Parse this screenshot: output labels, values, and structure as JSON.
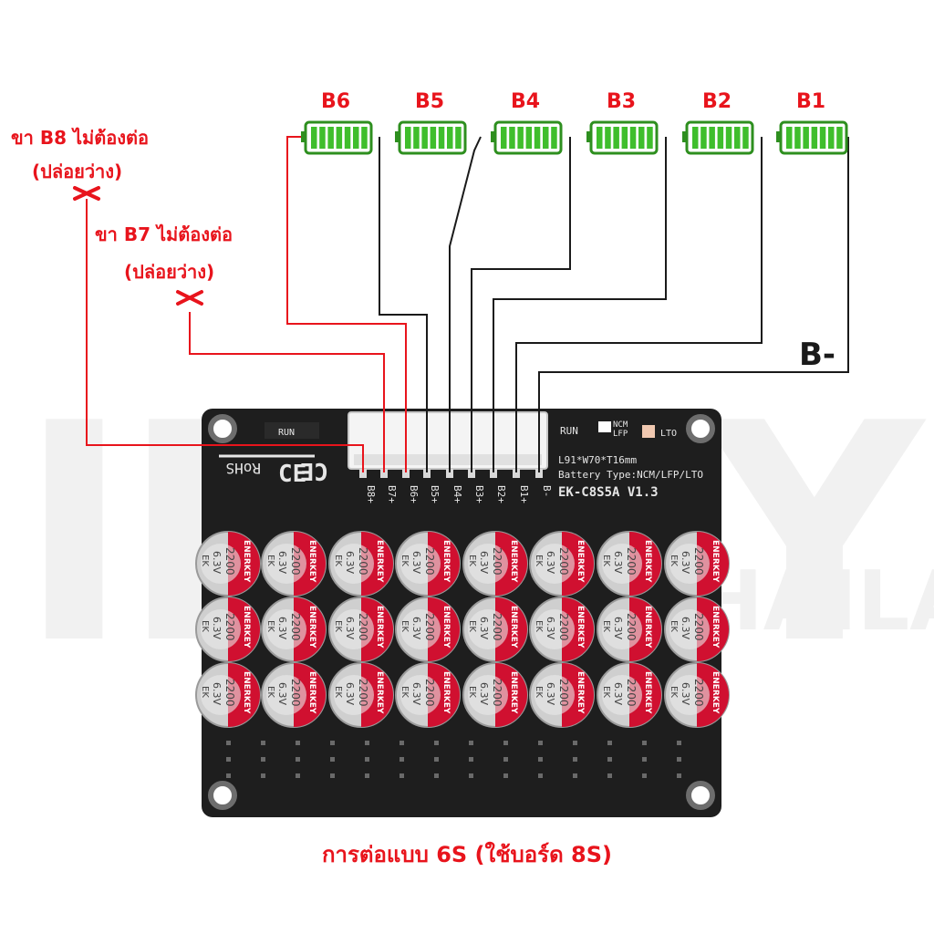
{
  "diagram": {
    "batteries": [
      {
        "label": "B6"
      },
      {
        "label": "B5"
      },
      {
        "label": "B4"
      },
      {
        "label": "B3"
      },
      {
        "label": "B2"
      },
      {
        "label": "B1"
      }
    ],
    "b_minus_label": "B-",
    "note_b8": {
      "line1": "ขา B8 ไม่ต้องต่อ",
      "line2": "(ปล่อยว่าง)"
    },
    "note_b7": {
      "line1": "ขา B7 ไม่ต้องต่อ",
      "line2": "(ปล่อยว่าง)"
    },
    "caption": "การต่อแบบ 6S (ใช้บอร์ด 8S)",
    "watermark": {
      "main": "IDDIY",
      "sub": "THAILAND"
    }
  },
  "board": {
    "pins": [
      "B8+",
      "B7+",
      "B6+",
      "B5+",
      "B4+",
      "B3+",
      "B2+",
      "B1+",
      "B-"
    ],
    "model": "EK-C8S5A V1.3",
    "battery_type": "Battery Type:NCM/LFP/LTO",
    "dimensions": "L91*W70*T16mm",
    "rohs": "RoHS",
    "ce": "CE",
    "run_left": "RUN",
    "run_right": "RUN",
    "ncm": "NCM",
    "lfp": "LFP",
    "lto": "LTO"
  },
  "capacitor": {
    "brand": "ENERKEY",
    "value": "2200",
    "voltage": "6.3V",
    "series": "EK"
  },
  "colors": {
    "battery_fill": "#3fbe2c",
    "battery_stroke": "#2e8f1f",
    "red_wire": "#e8141c",
    "black_wire": "#1a1a1a",
    "pcb": "#1e1e1e"
  }
}
